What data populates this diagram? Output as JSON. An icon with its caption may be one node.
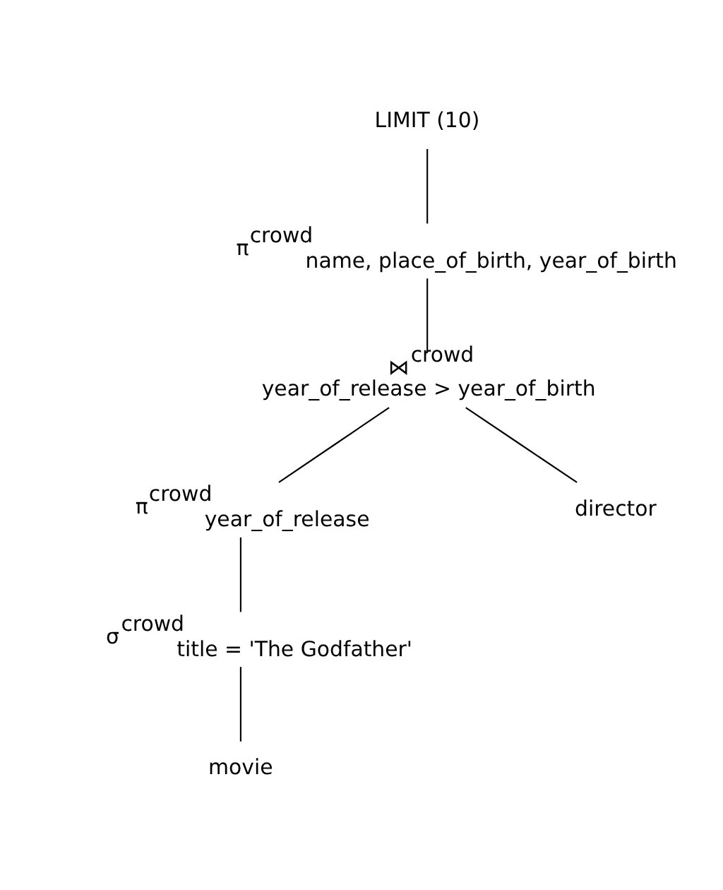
{
  "diagram": {
    "nodes": [
      {
        "text": [
          "LIMIT (10)"
        ]
      },
      {
        "text": [
          "π$^{crowd}$$_{name, place_of_birth, year_of_birth}$"
        ]
      },
      {
        "text": [
          "⋈$^{crowd}$",
          "year_of_release > year_of_birth"
        ]
      },
      {
        "text": [
          "π$^{crowd}$$_{year_of_release}$"
        ]
      },
      {
        "text": [
          "director"
        ]
      },
      {
        "text": [
          "σ$^{crowd}$$_{title = 'The Godfather'}$"
        ]
      },
      {
        "text": [
          "movie"
        ]
      }
    ],
    "edges": [
      {
        "from": 0,
        "to": 1,
        "arrow": "none"
      },
      {
        "from": 1,
        "to": 2,
        "arrow": "none"
      },
      {
        "from": 2,
        "to": 3,
        "arrow": "none"
      },
      {
        "from": 2,
        "to": 4,
        "arrow": "none"
      },
      {
        "from": 3,
        "to": 5,
        "arrow": "none"
      },
      {
        "from": 5,
        "to": 6,
        "arrow": "none"
      }
    ]
  }
}
